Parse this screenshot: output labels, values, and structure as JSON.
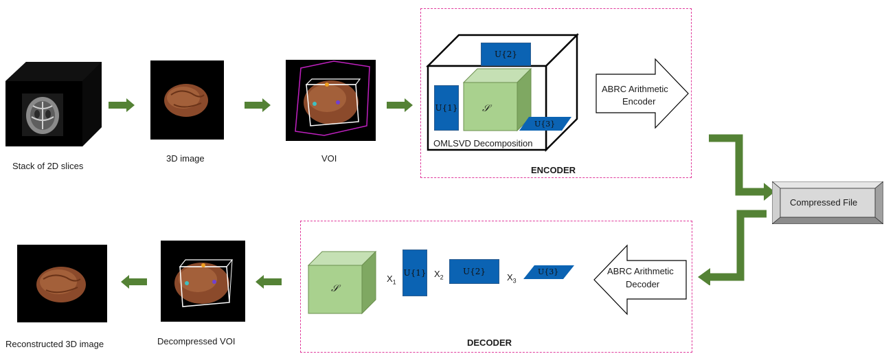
{
  "pipeline": {
    "stack_label": "Stack of 2D slices",
    "image3d_label": "3D image",
    "voi_label": "VOI",
    "reconstructed_label": "Reconstructed 3D image",
    "decompressed_voi_label": "Decompressed VOI"
  },
  "encoder": {
    "title": "ENCODER",
    "decomposition_label": "OMLSVD Decomposition",
    "core_symbol": "𝒮",
    "u1": "U{1}",
    "u2": "U{2}",
    "u3": "U{3}",
    "arithmetic_line1": "ABRC Arithmetic",
    "arithmetic_line2": "Encoder"
  },
  "compressed_file": "Compressed File",
  "decoder": {
    "title": "DECODER",
    "core_symbol": "𝒮",
    "u1": "U{1}",
    "u2": "U{2}",
    "u3": "U{3}",
    "x1": "X",
    "x1_sub": "1",
    "x2": "X",
    "x2_sub": "2",
    "x3": "X",
    "x3_sub": "3",
    "arithmetic_line1": "ABRC Arithmetic",
    "arithmetic_line2": "Decoder"
  },
  "colors": {
    "arrow_green": "#548235",
    "dashed_border": "#e0399b",
    "u_blue": "#0b63b3",
    "core_green": "#a9d18e",
    "core_side": "#7fa862"
  }
}
